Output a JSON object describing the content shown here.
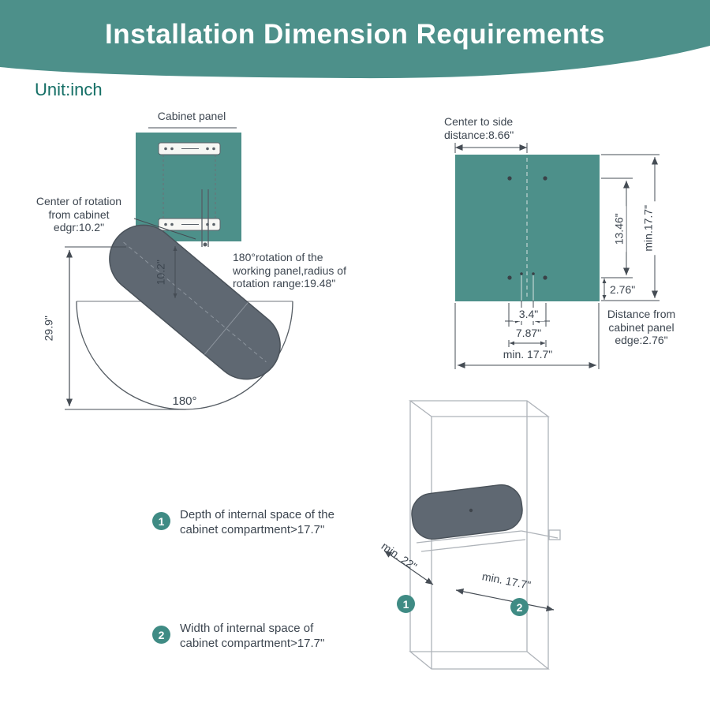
{
  "banner": {
    "title": "Installation Dimension Requirements",
    "bg_color": "#4d908a"
  },
  "unit_label": "Unit:inch",
  "colors": {
    "teal": "#4d908a",
    "badge_teal": "#3f8b84",
    "board_gray": "#5f6872",
    "line_dark": "#454c54",
    "cabinet_wireframe": "#aeb3b9"
  },
  "side_view": {
    "cabinet_panel_label": "Cabinet panel",
    "center_of_rotation_note": "Center of rotation from cabinet edgr:10.2\"",
    "rotation_note": "180°rotation of the working panel,radius of rotation range:19.48\"",
    "dim_offset": "10.2\"",
    "dim_height": "29.9\"",
    "arc_angle": "180°"
  },
  "front_view": {
    "center_to_side_note": "Center to side distance:8.66\"",
    "dim_row_spacing": "13.46\"",
    "dim_min_height": "min.17.7\"",
    "dim_edge": "2.76\"",
    "dim_center_holes": "3.4\"",
    "dim_hole_spacing": "7.87\"",
    "dim_min_width": "min. 17.7\"",
    "edge_note": "Distance from cabinet panel edge:2.76\""
  },
  "cabinet_view": {
    "dim_depth": "min. 22\"",
    "dim_width": "min. 17.7\"",
    "badge_depth": "1",
    "badge_width": "2"
  },
  "notes": [
    {
      "num": "1",
      "text": "Depth of internal space of the cabinet compartment>17.7\""
    },
    {
      "num": "2",
      "text": "Width of internal space of cabinet compartment>17.7\""
    }
  ]
}
